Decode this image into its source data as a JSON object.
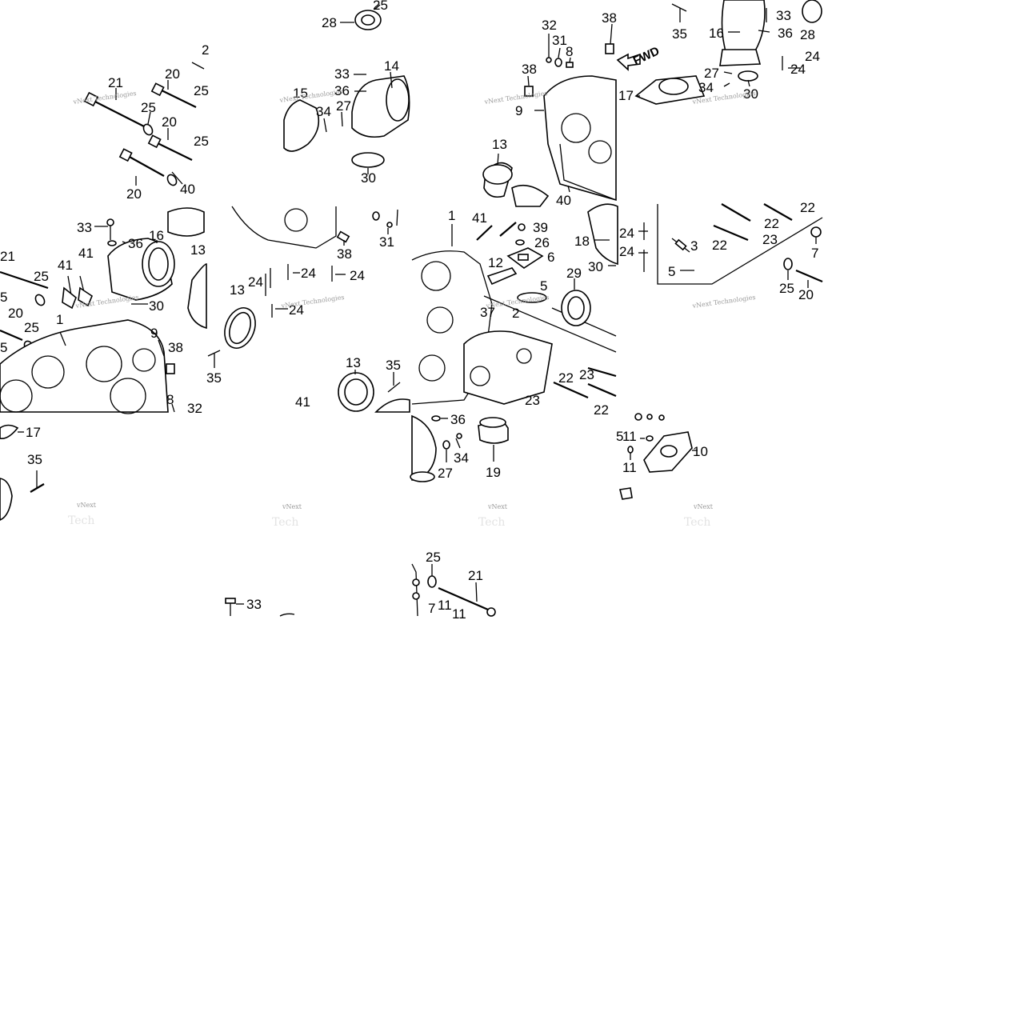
{
  "watermark": {
    "line1": "vNext Technologies",
    "short1": "vNext",
    "short2": "Tech"
  },
  "fwd_label": "FWD",
  "callouts": [
    {
      "id": "t1-21",
      "text": "21"
    },
    {
      "id": "t1-20a",
      "text": "20"
    },
    {
      "id": "t1-25a",
      "text": "25"
    },
    {
      "id": "t1-25b",
      "text": "25"
    },
    {
      "id": "t1-20b",
      "text": "20"
    },
    {
      "id": "t1-25c",
      "text": "25"
    },
    {
      "id": "t1-20c",
      "text": "20"
    },
    {
      "id": "t1-40",
      "text": "40"
    },
    {
      "id": "t1-2",
      "text": "2"
    },
    {
      "id": "t2-28",
      "text": "28"
    },
    {
      "id": "t2-25",
      "text": "25"
    },
    {
      "id": "t2-33",
      "text": "33"
    },
    {
      "id": "t2-14",
      "text": "14"
    },
    {
      "id": "t2-15",
      "text": "15"
    },
    {
      "id": "t2-36",
      "text": "36"
    },
    {
      "id": "t2-27",
      "text": "27"
    },
    {
      "id": "t2-34",
      "text": "34"
    },
    {
      "id": "t2-30",
      "text": "30"
    },
    {
      "id": "t3-32",
      "text": "32"
    },
    {
      "id": "t3-31",
      "text": "31"
    },
    {
      "id": "t3-8",
      "text": "8"
    },
    {
      "id": "t3-38a",
      "text": "38"
    },
    {
      "id": "t3-38b",
      "text": "38"
    },
    {
      "id": "t3-9",
      "text": "9"
    },
    {
      "id": "t3-13",
      "text": "13"
    },
    {
      "id": "t3-40",
      "text": "40"
    },
    {
      "id": "t4-35",
      "text": "35"
    },
    {
      "id": "t4-16",
      "text": "16"
    },
    {
      "id": "t4-33",
      "text": "33"
    },
    {
      "id": "t4-36",
      "text": "36"
    },
    {
      "id": "t4-28",
      "text": "28"
    },
    {
      "id": "t4-24a",
      "text": "24"
    },
    {
      "id": "t4-24b",
      "text": "24"
    },
    {
      "id": "t4-27",
      "text": "27"
    },
    {
      "id": "t4-34",
      "text": "34"
    },
    {
      "id": "t4-17",
      "text": "17"
    },
    {
      "id": "t4-30",
      "text": "30"
    },
    {
      "id": "m1-33",
      "text": "33"
    },
    {
      "id": "m1-36",
      "text": "36"
    },
    {
      "id": "m1-16",
      "text": "16"
    },
    {
      "id": "m1-13",
      "text": "13"
    },
    {
      "id": "m1-21",
      "text": "21"
    },
    {
      "id": "m1-41a",
      "text": "41"
    },
    {
      "id": "m1-41b",
      "text": "41"
    },
    {
      "id": "m1-25a",
      "text": "25"
    },
    {
      "id": "m1-30",
      "text": "30"
    },
    {
      "id": "m1-5",
      "text": "5"
    },
    {
      "id": "m1-20",
      "text": "20"
    },
    {
      "id": "m1-25b",
      "text": "25"
    },
    {
      "id": "m1-1",
      "text": "1"
    },
    {
      "id": "m1-9",
      "text": "9"
    },
    {
      "id": "m1-38",
      "text": "38"
    },
    {
      "id": "m1-8",
      "text": "8"
    },
    {
      "id": "m1-32",
      "text": "32"
    },
    {
      "id": "m1-5b",
      "text": "5"
    },
    {
      "id": "m2-31",
      "text": "31"
    },
    {
      "id": "m2-38",
      "text": "38"
    },
    {
      "id": "m2-24a",
      "text": "24"
    },
    {
      "id": "m2-24b",
      "text": "24"
    },
    {
      "id": "m2-24c",
      "text": "24"
    },
    {
      "id": "m2-24d",
      "text": "24"
    },
    {
      "id": "m2-13a",
      "text": "13"
    },
    {
      "id": "m2-35a",
      "text": "35"
    },
    {
      "id": "m2-13b",
      "text": "13"
    },
    {
      "id": "m2-35b",
      "text": "35"
    },
    {
      "id": "m2-41",
      "text": "41"
    },
    {
      "id": "m3-1",
      "text": "1"
    },
    {
      "id": "m3-41",
      "text": "41"
    },
    {
      "id": "m3-39",
      "text": "39"
    },
    {
      "id": "m3-26",
      "text": "26"
    },
    {
      "id": "m3-6",
      "text": "6"
    },
    {
      "id": "m3-12",
      "text": "12"
    },
    {
      "id": "m3-5",
      "text": "5"
    },
    {
      "id": "m3-2",
      "text": "2"
    },
    {
      "id": "m3-29",
      "text": "29"
    },
    {
      "id": "m3-37",
      "text": "37"
    },
    {
      "id": "m3-22a",
      "text": "22"
    },
    {
      "id": "m3-23a",
      "text": "23"
    },
    {
      "id": "m3-23b",
      "text": "23"
    },
    {
      "id": "m3-22b",
      "text": "22"
    },
    {
      "id": "m4-18",
      "text": "18"
    },
    {
      "id": "m4-24a",
      "text": "24"
    },
    {
      "id": "m4-24b",
      "text": "24"
    },
    {
      "id": "m4-30",
      "text": "30"
    },
    {
      "id": "m4-3",
      "text": "3"
    },
    {
      "id": "m4-5",
      "text": "5"
    },
    {
      "id": "m4-22a",
      "text": "22"
    },
    {
      "id": "m4-22b",
      "text": "22"
    },
    {
      "id": "m4-22c",
      "text": "22"
    },
    {
      "id": "m4-23",
      "text": "23"
    },
    {
      "id": "m4-7",
      "text": "7"
    },
    {
      "id": "m4-25",
      "text": "25"
    },
    {
      "id": "m4-20",
      "text": "20"
    },
    {
      "id": "b1-17",
      "text": "17"
    },
    {
      "id": "b1-35",
      "text": "35"
    },
    {
      "id": "b3-36",
      "text": "36"
    },
    {
      "id": "b3-34",
      "text": "34"
    },
    {
      "id": "b3-27",
      "text": "27"
    },
    {
      "id": "b3-19",
      "text": "19"
    },
    {
      "id": "b4-11a",
      "text": "11"
    },
    {
      "id": "b4-11b",
      "text": "11"
    },
    {
      "id": "b4-10",
      "text": "10"
    },
    {
      "id": "b4-5",
      "text": "5"
    },
    {
      "id": "c2-33",
      "text": "33"
    },
    {
      "id": "c3-25",
      "text": "25"
    },
    {
      "id": "c3-21",
      "text": "21"
    },
    {
      "id": "c3-7",
      "text": "7"
    },
    {
      "id": "c3-11a",
      "text": "11"
    },
    {
      "id": "c3-11b",
      "text": "11"
    }
  ]
}
